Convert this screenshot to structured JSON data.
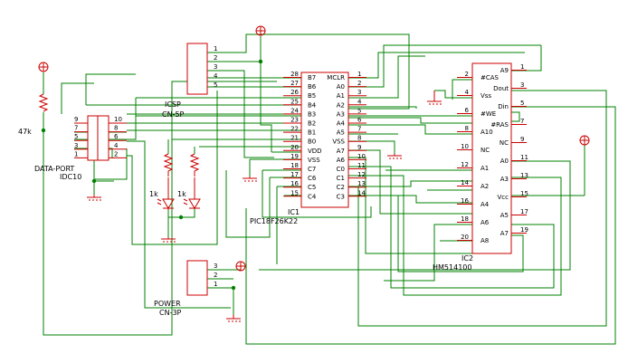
{
  "ic1": {
    "ref": "IC1",
    "part": "PIC18F26K22",
    "left_pins": [
      {
        "num": "28",
        "name": "B7"
      },
      {
        "num": "27",
        "name": "B6"
      },
      {
        "num": "26",
        "name": "B5"
      },
      {
        "num": "25",
        "name": "B4"
      },
      {
        "num": "24",
        "name": "B3"
      },
      {
        "num": "23",
        "name": "B2"
      },
      {
        "num": "22",
        "name": "B1"
      },
      {
        "num": "21",
        "name": "B0"
      },
      {
        "num": "20",
        "name": "VDD"
      },
      {
        "num": "19",
        "name": "VSS"
      },
      {
        "num": "18",
        "name": "C7"
      },
      {
        "num": "17",
        "name": "C6"
      },
      {
        "num": "16",
        "name": "C5"
      },
      {
        "num": "15",
        "name": "C4"
      }
    ],
    "right_pins": [
      {
        "num": "1",
        "name": "MCLR"
      },
      {
        "num": "2",
        "name": "A0"
      },
      {
        "num": "3",
        "name": "A1"
      },
      {
        "num": "4",
        "name": "A2"
      },
      {
        "num": "5",
        "name": "A3"
      },
      {
        "num": "6",
        "name": "A4"
      },
      {
        "num": "7",
        "name": "A5"
      },
      {
        "num": "8",
        "name": "VSS"
      },
      {
        "num": "9",
        "name": "A7"
      },
      {
        "num": "10",
        "name": "A6"
      },
      {
        "num": "11",
        "name": "C0"
      },
      {
        "num": "12",
        "name": "C1"
      },
      {
        "num": "13",
        "name": "C2"
      },
      {
        "num": "14",
        "name": "C3"
      }
    ]
  },
  "ic2": {
    "ref": "IC2",
    "part": "HM514100",
    "left_pins": [
      {
        "num": "2",
        "name": "#CAS"
      },
      {
        "num": "4",
        "name": "Vss"
      },
      {
        "num": "6",
        "name": "#WE"
      },
      {
        "num": "8",
        "name": "A10"
      },
      {
        "num": "10",
        "name": "NC"
      },
      {
        "num": "12",
        "name": "A1"
      },
      {
        "num": "14",
        "name": "A2"
      },
      {
        "num": "16",
        "name": "A4"
      },
      {
        "num": "18",
        "name": "A6"
      },
      {
        "num": "20",
        "name": "A8"
      }
    ],
    "right_pins": [
      {
        "num": "1",
        "name": "A9"
      },
      {
        "num": "3",
        "name": "Dout"
      },
      {
        "num": "5",
        "name": "Din"
      },
      {
        "num": "7",
        "name": "#RAS"
      },
      {
        "num": "9",
        "name": "NC"
      },
      {
        "num": "11",
        "name": "A0"
      },
      {
        "num": "13",
        "name": "A3"
      },
      {
        "num": "15",
        "name": "Vcc"
      },
      {
        "num": "17",
        "name": "A5"
      },
      {
        "num": "19",
        "name": "A7"
      }
    ]
  },
  "icsp": {
    "ref": "ICSP",
    "part": "CN-5P",
    "pins": [
      "1",
      "2",
      "3",
      "4",
      "5"
    ]
  },
  "data_port": {
    "ref": "DATA-PORT",
    "part": "IDC10",
    "left_pins": [
      "9",
      "7",
      "5",
      "3",
      "1"
    ],
    "right_pins": [
      "10",
      "8",
      "6",
      "4",
      "2"
    ]
  },
  "power": {
    "ref": "POWER",
    "part": "CN-3P",
    "pins": [
      "3",
      "2",
      "1"
    ]
  },
  "resistors": {
    "pullup": "47k",
    "led1": "1k",
    "led2": "1k"
  },
  "colors": {
    "wire": "#008000",
    "part": "#cc0000",
    "text": "#000000",
    "background": "#ffffff"
  }
}
